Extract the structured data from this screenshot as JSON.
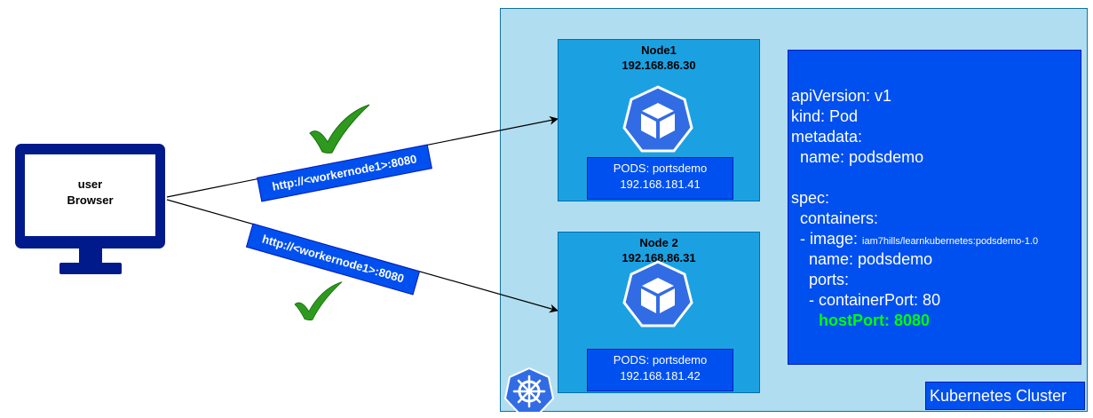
{
  "user": {
    "label_line1": "user",
    "label_line2": "Browser"
  },
  "arrows": {
    "top_url": "http://<workernode1>:8080",
    "bottom_url": "http://<workernode1>:8080"
  },
  "nodes": [
    {
      "name": "Node1",
      "ip": "192.168.86.30",
      "pod_label": "PODS: portsdemo",
      "pod_ip": "192.168.181.41"
    },
    {
      "name": "Node 2",
      "ip": "192.168.86.31",
      "pod_label": "PODS: portsdemo",
      "pod_ip": "192.168.181.42"
    }
  ],
  "yaml": {
    "l1": "apiVersion: v1",
    "l2": "kind: Pod",
    "l3": "metadata:",
    "l4": "  name: podsdemo",
    "l5": "spec:",
    "l6": "  containers:",
    "l7a": "  - image: ",
    "l7b": "iam7hills/learnkubernetes:podsdemo-1.0",
    "l8": "    name: podsdemo",
    "l9": "    ports:",
    "l10": "    - containerPort: 80",
    "l11": "hostPort: 8080"
  },
  "cluster": {
    "label": "Kubernetes Cluster"
  },
  "colors": {
    "cluster_bg": "#b1ddf0",
    "node_bg": "#1ba1e2",
    "box_blue": "#0050ef",
    "monitor": "#001a8c",
    "check": "#2d9a1e",
    "highlight": "#00ff00"
  },
  "icons": [
    "check-icon",
    "monitor-icon",
    "pod-cube-icon",
    "kubernetes-helm-icon"
  ]
}
